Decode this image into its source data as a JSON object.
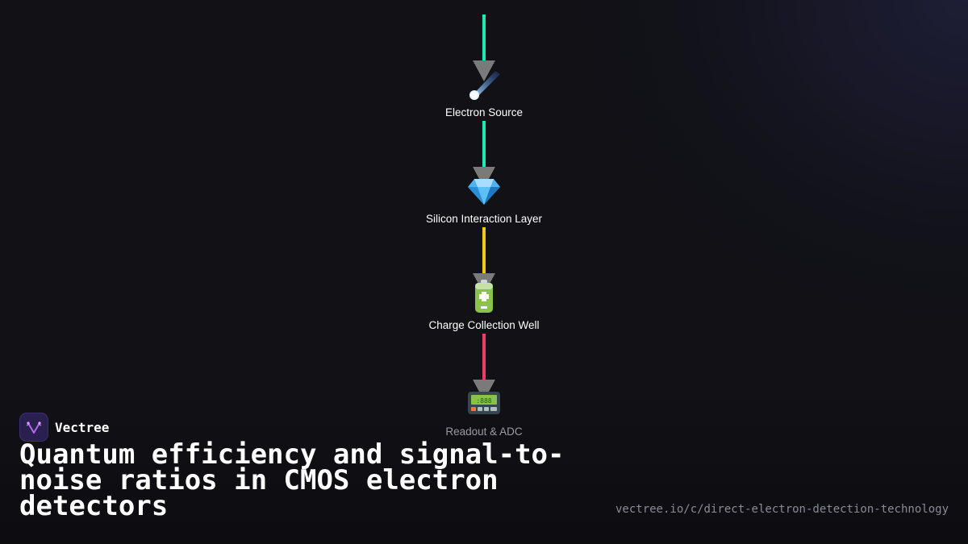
{
  "flow": {
    "nodes": [
      {
        "label": "Electron Source",
        "icon": "comet-icon",
        "connector_color": "#1de9b6"
      },
      {
        "label": "Silicon Interaction Layer",
        "icon": "gem-icon",
        "connector_color": "#1de9b6"
      },
      {
        "label": "Charge Collection Well",
        "icon": "battery-icon",
        "connector_color": "#f5c518"
      },
      {
        "label": "Readout & ADC",
        "icon": "pager-icon",
        "connector_color": "#ef3b6a"
      }
    ]
  },
  "brand": {
    "name": "Vectree",
    "icon": "vectree-logo-icon"
  },
  "title": "Quantum efficiency and signal-to-noise ratios in CMOS electron detectors",
  "url": "vectree.io/c/direct-electron-detection-technology",
  "colors": {
    "background": "#111116",
    "arrowhead": "#7a7a7a",
    "logo_bg": "#2a2050",
    "logo_accent": "#b06ae8"
  }
}
